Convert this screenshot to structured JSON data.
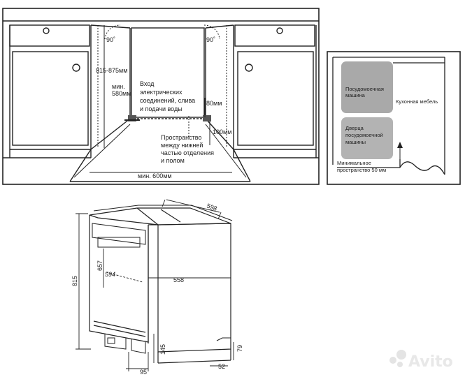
{
  "installation_front": {
    "angle_left": "90˚",
    "angle_right": "90˚",
    "height_range": "815-875мм",
    "depth_min_line1": "мин.",
    "depth_min_line2": "580мм",
    "inlet_text": [
      "Вход",
      "электрических",
      "соединений, слива",
      "и подачи воды"
    ],
    "dim_80": "80мм",
    "dim_100": "100мм",
    "space_text": [
      "Пространство",
      "между нижней",
      "частью отделения",
      "и полом"
    ],
    "width_min": "мин. 600мм"
  },
  "plan_view": {
    "dishwasher_label": [
      "Посудомоечная",
      "машина"
    ],
    "furniture_label": "Кухонная мебель",
    "door_label": [
      "Дверца",
      "посудомоечной",
      "машины"
    ],
    "min_space_line1": "Минимальное",
    "min_space_line2": "пространство 50 мм",
    "box_color_top": "#a9a9a9",
    "box_color_bottom": "#b3b3b3"
  },
  "appliance_dims": {
    "d_598": "598",
    "d_815": "815",
    "d_657": "657",
    "d_594": "594",
    "d_558": "558",
    "d_145": "145",
    "d_79": "79",
    "d_95": "95",
    "d_52": "52"
  },
  "watermark": "Avito"
}
